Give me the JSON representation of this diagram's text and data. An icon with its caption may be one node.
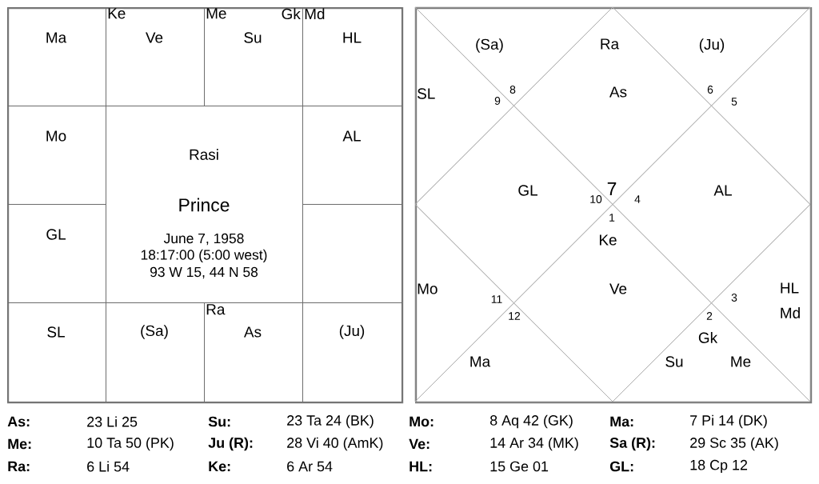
{
  "diagram": {
    "nodes": [
      {
        "text": [],
        "shape": "box"
      },
      {
        "text": [
          "Ma"
        ],
        "in": 0
      },
      {
        "text": [
          "Ke",
          "Ve"
        ],
        "in": 0
      },
      {
        "text": [
          "Me",
          "Gk",
          "Su"
        ],
        "in": 0
      },
      {
        "text": [
          "Md",
          "HL"
        ],
        "in": 0
      },
      {
        "text": [
          "Mo"
        ],
        "in": 0
      },
      {
        "text": [
          "Rasi",
          "Prince",
          "June 7, 1958",
          "18:17:00 (5:00 west)",
          "93 W 15, 44 N 58"
        ],
        "in": 0
      },
      {
        "text": [
          "AL"
        ],
        "in": 0
      },
      {
        "text": [
          "GL"
        ],
        "in": 0
      },
      {
        "text": [],
        "shape": "box",
        "in": 0
      },
      {
        "text": [
          "SL"
        ],
        "in": 0
      },
      {
        "text": [
          "(Sa)"
        ],
        "in": 0
      },
      {
        "text": [
          "Ra",
          "As"
        ],
        "in": 0
      },
      {
        "text": [
          "(Ju)"
        ],
        "in": 0
      },
      {
        "text": [],
        "shape": "box"
      },
      {
        "text": [
          "(Sa)"
        ],
        "in": 14
      },
      {
        "text": [
          "Ra",
          "As"
        ],
        "in": 14
      },
      {
        "text": [
          "(Ju)"
        ],
        "in": 14
      },
      {
        "text": [
          "SL"
        ],
        "in": 14
      },
      {
        "text": [],
        "shape": "triangle",
        "in": 14
      },
      {
        "text": [
          "GL"
        ],
        "in": 14
      },
      {
        "text": [
          "AL"
        ],
        "in": 14
      },
      {
        "text": [
          "Mo"
        ],
        "in": 14
      },
      {
        "text": [
          "Ke",
          "Ve"
        ],
        "in": 14
      },
      {
        "text": [
          "HL",
          "Md"
        ],
        "in": 14
      },
      {
        "text": [
          "Ma"
        ],
        "in": 14
      },
      {
        "text": [
          "Gk",
          "Su",
          "Me"
        ],
        "in": 14
      }
    ],
    "edges": [],
    "labels": [
      "8",
      "6",
      "9",
      "5",
      "7",
      "10",
      "4",
      "1",
      "11",
      "3",
      "12",
      "2",
      "As:",
      "23 Li 25",
      "Su:",
      "23 Ta 24 (BK)",
      "Mo:",
      "8 Aq 42 (GK)",
      "Ma:",
      "7 Pi 14 (DK)",
      "Me:",
      "10 Ta 50 (PK)",
      "Ju (R):",
      "28 Vi 40 (AmK)",
      "Ve:",
      "14 Ar 34 (MK)",
      "Sa (R):",
      "29 Sc 35 (AK)",
      "Ra:",
      "6 Li 54",
      "Ke:",
      "6 Ar 54",
      "HL:",
      "15 Ge 01",
      "GL:",
      "18 Cp 12"
    ]
  }
}
